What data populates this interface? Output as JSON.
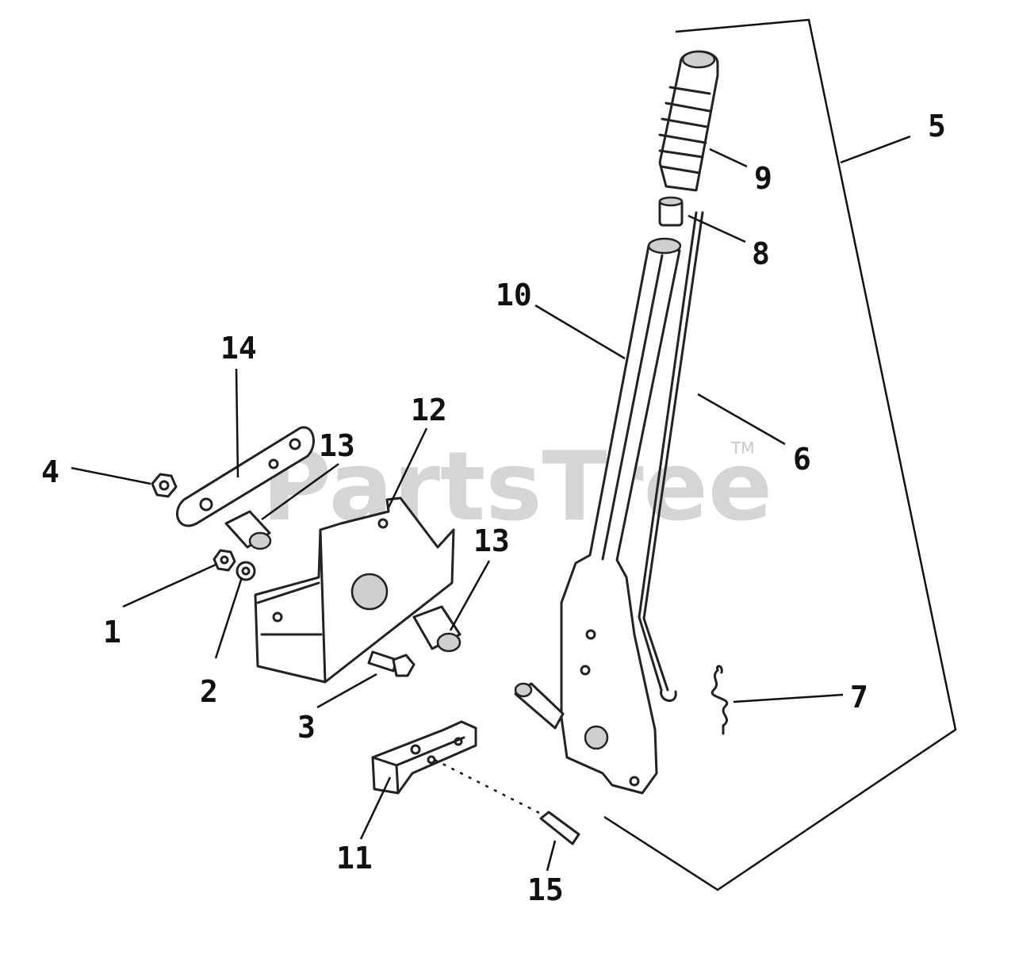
{
  "watermark": {
    "text": "PartsTree",
    "trademark": "TM"
  },
  "callouts": {
    "c1": "1",
    "c2": "2",
    "c3": "3",
    "c4": "4",
    "c5": "5",
    "c6": "6",
    "c7": "7",
    "c8": "8",
    "c9": "9",
    "c10": "10",
    "c11": "11",
    "c12": "12",
    "c13a": "13",
    "c13b": "13",
    "c14": "14",
    "c15": "15"
  }
}
